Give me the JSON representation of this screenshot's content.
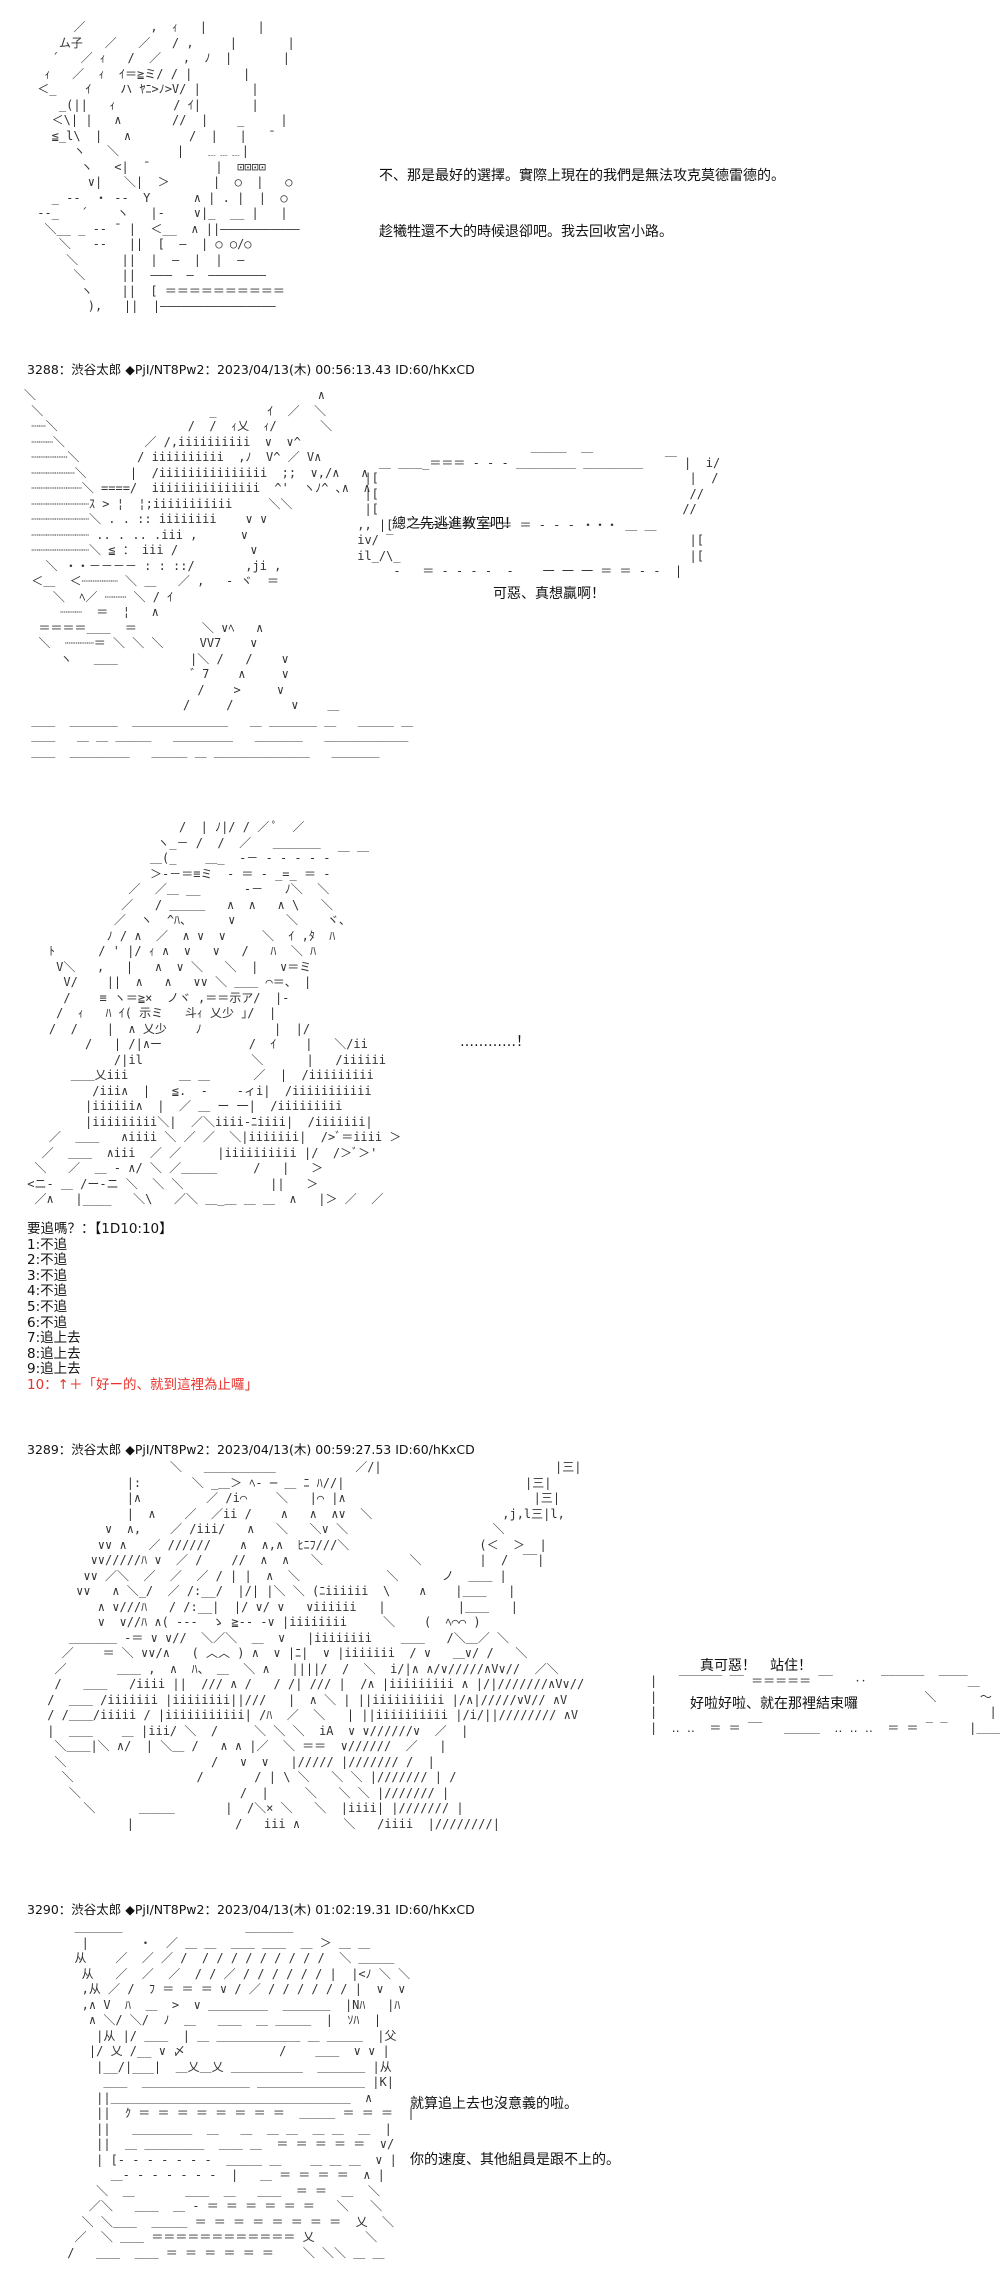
{
  "posts": [
    {
      "speech": [
        "不、那是最好的選擇。實際上現在的我們是無法攻克莫德雷德的。",
        "趁犧牲還不大的時候退卻吧。我去回收宮小路。"
      ]
    },
    {
      "header": "3288：渋谷太郎 ◆PjI/NT8Pw2：2023/04/13(木) 00:56:13.43 ID:60/hKxCD",
      "speech": [
        "總之先逃進教室吧！",
        "可惡、真想贏啊！"
      ]
    },
    {
      "speech": [
        "…………！"
      ],
      "vote": {
        "title": "要追嗎？：【1D10:10】",
        "options": [
          "1:不追",
          "2:不追",
          "3:不追",
          "4:不追",
          "5:不追",
          "6:不追",
          "7:追上去",
          "8:追上去",
          "9:追上去"
        ],
        "result": "10：↑＋「好ー的、就到這裡為止囉」"
      }
    },
    {
      "header": "3289：渋谷太郎 ◆PjI/NT8Pw2：2023/04/13(木) 00:59:27.53 ID:60/hKxCD",
      "speech": [
        "真可惡！　站住！",
        "好啦好啦、就在那裡結束囉"
      ]
    },
    {
      "header": "3290：渋谷太郎 ◆PjI/NT8Pw2：2023/04/13(木) 01:02:19.31 ID:60/hKxCD",
      "speech": [
        "就算追上去也沒意義的啦。",
        "你的速度、其他組員是跟不上的。"
      ]
    }
  ],
  "colors": {
    "highlight": "#e8322b",
    "text": "#111111"
  }
}
